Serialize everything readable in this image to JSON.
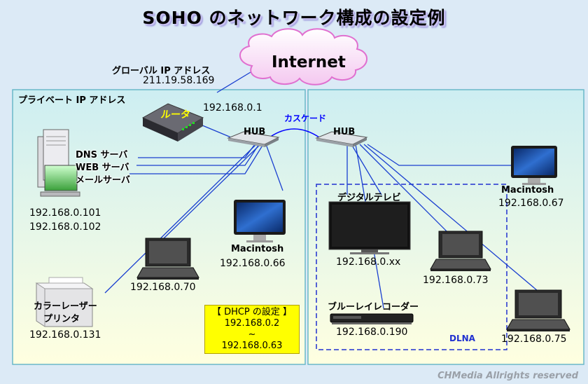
{
  "title": "SOHO のネットワーク構成の設定例",
  "cloud": {
    "label": "Internet"
  },
  "global_ip": {
    "label": "グローバル IP アドレス",
    "address": "211.19.58.169"
  },
  "private_ip_label": "プライベート IP アドレス",
  "router": {
    "label": "ルータ",
    "ip": "192.168.0.1"
  },
  "hub_left": {
    "label": "HUB"
  },
  "hub_right": {
    "label": "HUB"
  },
  "cascade_label": "カスケード",
  "server": {
    "roles": [
      "DNS サーバ",
      "WEB サーバ",
      "メールサーバ"
    ],
    "ips": [
      "192.168.0.101",
      "192.168.0.102"
    ]
  },
  "mac_left": {
    "label": "Macintosh",
    "ip": "192.168.0.66"
  },
  "laptop_left": {
    "ip": "192.168.0.70"
  },
  "printer": {
    "label_lines": [
      "カラーレーザー",
      "プリンタ"
    ],
    "ip": "192.168.0.131"
  },
  "dhcp": {
    "title": "【 DHCP の設定 】",
    "start": "192.168.0.2",
    "sep": "~",
    "end": "192.168.0.63"
  },
  "tv": {
    "label": "デジタルテレビ",
    "ip": "192.168.0.xx"
  },
  "laptop_mid": {
    "ip": "192.168.0.73"
  },
  "bluray": {
    "label": "ブルーレイレコーダー",
    "ip": "192.168.0.190"
  },
  "dlna_label": "DLNA",
  "mac_right": {
    "label": "Macintosh",
    "ip": "192.168.0.67"
  },
  "laptop_right": {
    "ip": "192.168.0.75"
  },
  "credit": "CHMedia Allrights reserved",
  "colors": {
    "zone_fill": "#ffffe0",
    "zone_gradient_to": "#cdeef2",
    "zone_border": "#6ab8c8",
    "cable": "#1a3fd0",
    "cascade": "#0000ff",
    "dlna_border": "#2030d0",
    "router_label": "#ffff00",
    "dhcp_fill": "#ffff00"
  }
}
